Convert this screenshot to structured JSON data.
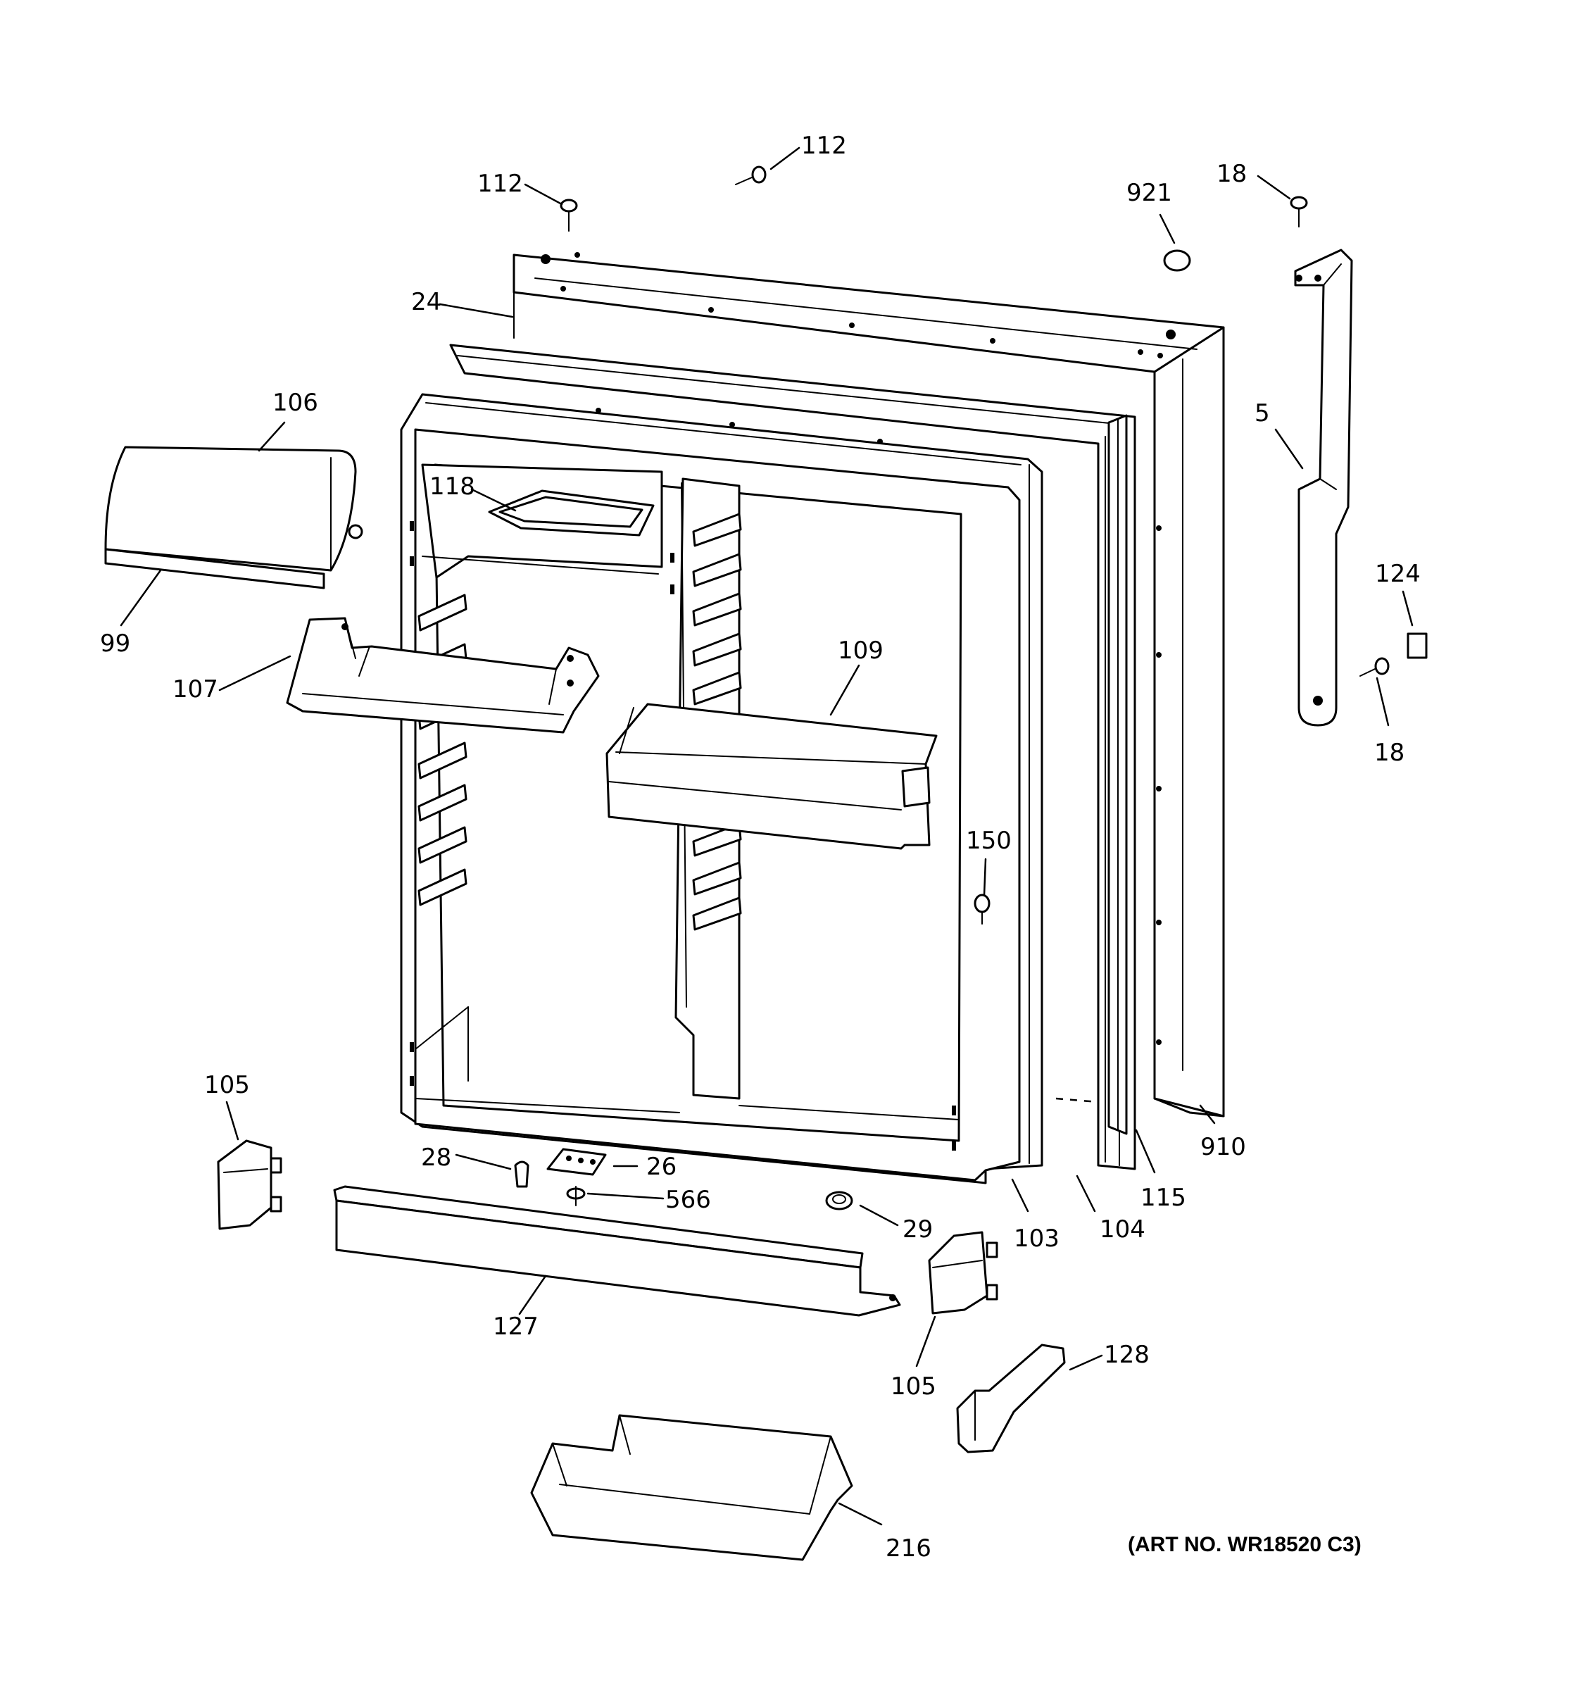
{
  "callouts": {
    "c112a": "112",
    "c112b": "112",
    "c921": "921",
    "c18a": "18",
    "c24": "24",
    "c106": "106",
    "c118": "118",
    "c5": "5",
    "c99": "99",
    "c124": "124",
    "c107": "107",
    "c109": "109",
    "c18b": "18",
    "c150": "150",
    "c105a": "105",
    "c910": "910",
    "c28": "28",
    "c26": "26",
    "c566": "566",
    "c115": "115",
    "c29": "29",
    "c103": "103",
    "c104": "104",
    "c127": "127",
    "c105b": "105",
    "c128": "128",
    "c216": "216"
  },
  "art_number": "(ART NO. WR18520 C3)"
}
